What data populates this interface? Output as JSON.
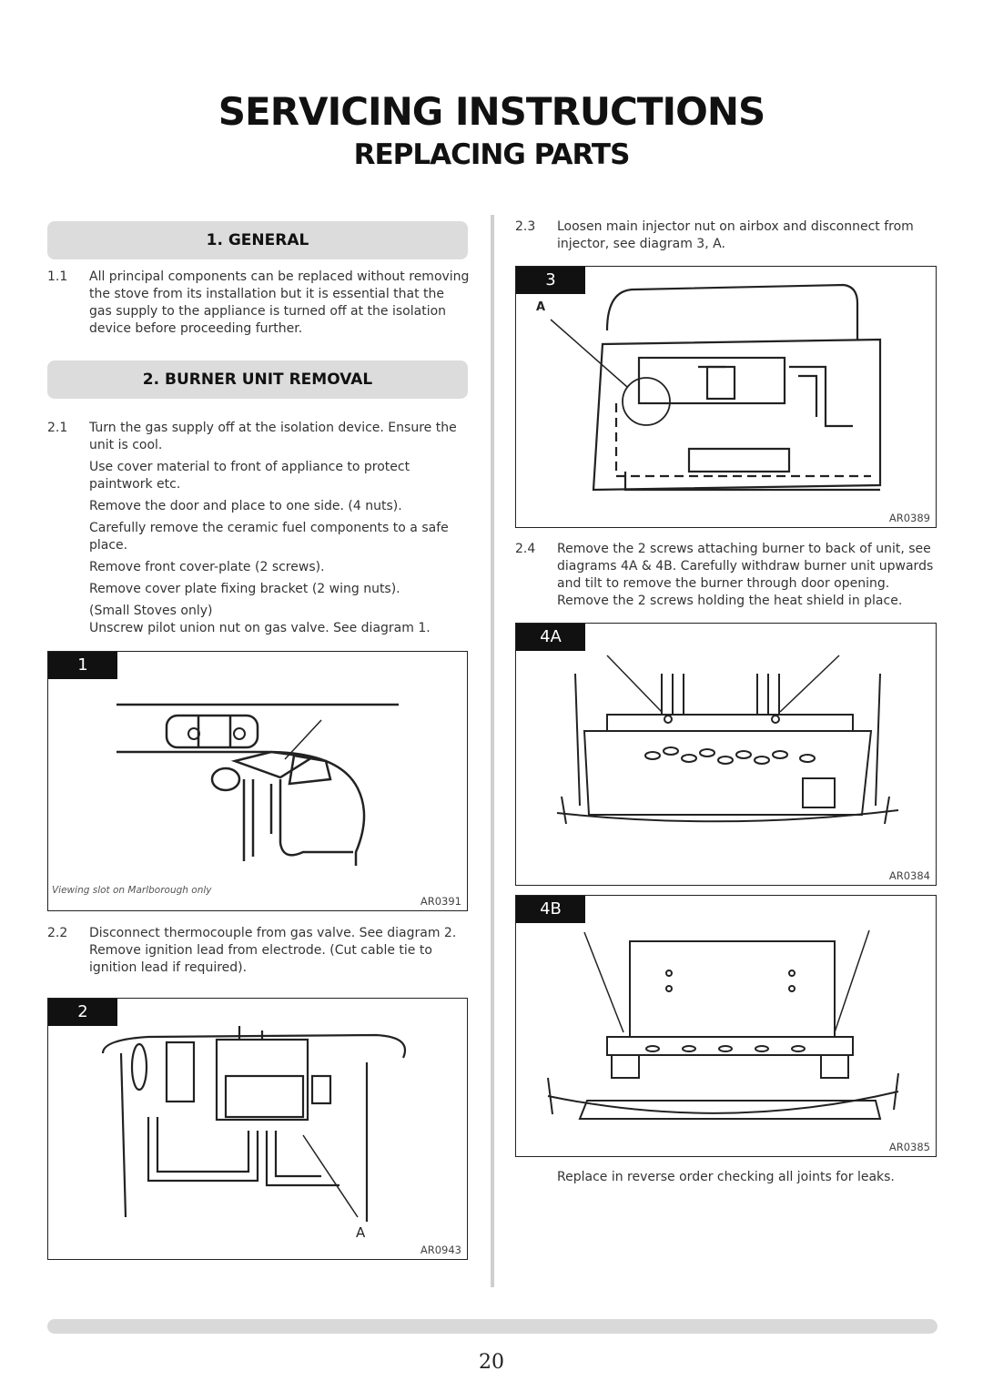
{
  "header": {
    "title": "SERVICING INSTRUCTIONS",
    "subtitle": "REPLACING PARTS"
  },
  "sections": {
    "general": "1. GENERAL",
    "burner": "2. BURNER UNIT REMOVAL"
  },
  "left": {
    "p1_1": {
      "num": "1.1",
      "text": "All principal components can be replaced without removing the stove from its installation but it is essential that the gas supply to the appliance is turned off at the isolation device before proceeding further."
    },
    "p2_1": {
      "num": "2.1",
      "lines": [
        "Turn the gas supply off at the isolation device. Ensure the unit is cool.",
        "Use cover material to front of appliance to protect paintwork etc.",
        "Remove the door and place to one side. (4 nuts).",
        "Carefully remove the ceramic fuel components to a safe place.",
        "Remove front cover-plate (2 screws).",
        "Remove cover plate fixing bracket (2 wing nuts).",
        "(Small Stoves only)",
        "Unscrew pilot union nut on gas valve. See diagram 1."
      ]
    },
    "p2_2": {
      "num": "2.2",
      "text": "Disconnect thermocouple from gas valve. See diagram 2. Remove ignition lead from electrode. (Cut cable tie to ignition lead if required)."
    }
  },
  "right": {
    "p2_3": {
      "num": "2.3",
      "text": "Loosen main injector nut on airbox and disconnect from injector, see diagram 3, A."
    },
    "p2_4": {
      "num": "2.4",
      "text": "Remove the 2 screws attaching burner to back of unit, see diagrams 4A & 4B. Carefully withdraw burner unit upwards and tilt to remove the burner through door opening. Remove the 2 screws holding the heat shield in place."
    },
    "closing": "Replace in reverse order checking all joints for leaks."
  },
  "diagrams": {
    "d1": {
      "tag": "1",
      "code": "AR0391",
      "note": "Viewing slot on Marlborough only"
    },
    "d2": {
      "tag": "2",
      "code": "AR0943",
      "label": "A"
    },
    "d3": {
      "tag": "3",
      "code": "AR0389",
      "label": "A"
    },
    "d4a": {
      "tag": "4A",
      "code": "AR0384"
    },
    "d4b": {
      "tag": "4B",
      "code": "AR0385"
    }
  },
  "page_number": "20"
}
